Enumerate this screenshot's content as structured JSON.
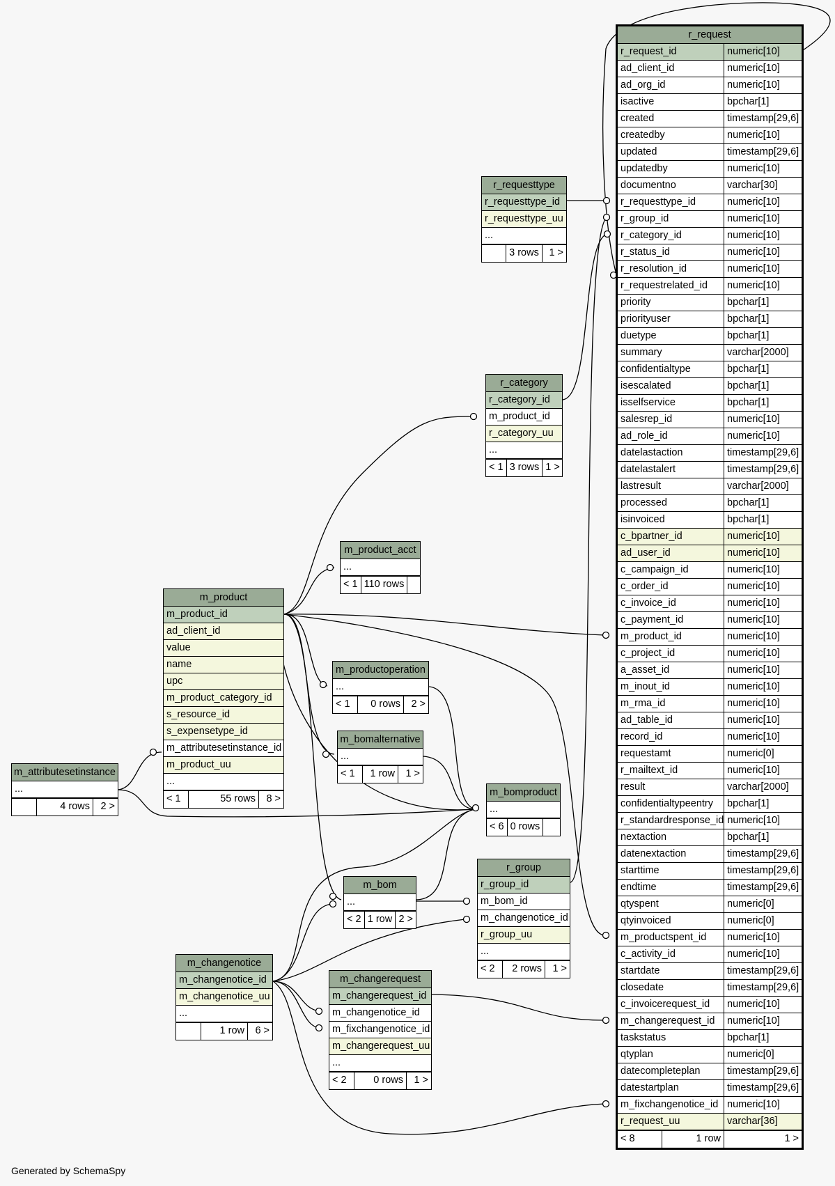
{
  "footer": {
    "generated_by": "Generated by SchemaSpy"
  },
  "tables": {
    "r_request": {
      "title": "r_request",
      "columns": [
        {
          "name": "r_request_id",
          "type": "numeric[10]",
          "kind": "pk"
        },
        {
          "name": "ad_client_id",
          "type": "numeric[10]",
          "kind": "plain"
        },
        {
          "name": "ad_org_id",
          "type": "numeric[10]",
          "kind": "plain"
        },
        {
          "name": "isactive",
          "type": "bpchar[1]",
          "kind": "plain"
        },
        {
          "name": "created",
          "type": "timestamp[29,6]",
          "kind": "plain"
        },
        {
          "name": "createdby",
          "type": "numeric[10]",
          "kind": "plain"
        },
        {
          "name": "updated",
          "type": "timestamp[29,6]",
          "kind": "plain"
        },
        {
          "name": "updatedby",
          "type": "numeric[10]",
          "kind": "plain"
        },
        {
          "name": "documentno",
          "type": "varchar[30]",
          "kind": "plain"
        },
        {
          "name": "r_requesttype_id",
          "type": "numeric[10]",
          "kind": "plain"
        },
        {
          "name": "r_group_id",
          "type": "numeric[10]",
          "kind": "plain"
        },
        {
          "name": "r_category_id",
          "type": "numeric[10]",
          "kind": "plain"
        },
        {
          "name": "r_status_id",
          "type": "numeric[10]",
          "kind": "plain"
        },
        {
          "name": "r_resolution_id",
          "type": "numeric[10]",
          "kind": "plain"
        },
        {
          "name": "r_requestrelated_id",
          "type": "numeric[10]",
          "kind": "plain"
        },
        {
          "name": "priority",
          "type": "bpchar[1]",
          "kind": "plain"
        },
        {
          "name": "priorityuser",
          "type": "bpchar[1]",
          "kind": "plain"
        },
        {
          "name": "duetype",
          "type": "bpchar[1]",
          "kind": "plain"
        },
        {
          "name": "summary",
          "type": "varchar[2000]",
          "kind": "plain"
        },
        {
          "name": "confidentialtype",
          "type": "bpchar[1]",
          "kind": "plain"
        },
        {
          "name": "isescalated",
          "type": "bpchar[1]",
          "kind": "plain"
        },
        {
          "name": "isselfservice",
          "type": "bpchar[1]",
          "kind": "plain"
        },
        {
          "name": "salesrep_id",
          "type": "numeric[10]",
          "kind": "plain"
        },
        {
          "name": "ad_role_id",
          "type": "numeric[10]",
          "kind": "plain"
        },
        {
          "name": "datelastaction",
          "type": "timestamp[29,6]",
          "kind": "plain"
        },
        {
          "name": "datelastalert",
          "type": "timestamp[29,6]",
          "kind": "plain"
        },
        {
          "name": "lastresult",
          "type": "varchar[2000]",
          "kind": "plain"
        },
        {
          "name": "processed",
          "type": "bpchar[1]",
          "kind": "plain"
        },
        {
          "name": "isinvoiced",
          "type": "bpchar[1]",
          "kind": "plain"
        },
        {
          "name": "c_bpartner_id",
          "type": "numeric[10]",
          "kind": "idx"
        },
        {
          "name": "ad_user_id",
          "type": "numeric[10]",
          "kind": "idx"
        },
        {
          "name": "c_campaign_id",
          "type": "numeric[10]",
          "kind": "plain"
        },
        {
          "name": "c_order_id",
          "type": "numeric[10]",
          "kind": "plain"
        },
        {
          "name": "c_invoice_id",
          "type": "numeric[10]",
          "kind": "plain"
        },
        {
          "name": "c_payment_id",
          "type": "numeric[10]",
          "kind": "plain"
        },
        {
          "name": "m_product_id",
          "type": "numeric[10]",
          "kind": "plain"
        },
        {
          "name": "c_project_id",
          "type": "numeric[10]",
          "kind": "plain"
        },
        {
          "name": "a_asset_id",
          "type": "numeric[10]",
          "kind": "plain"
        },
        {
          "name": "m_inout_id",
          "type": "numeric[10]",
          "kind": "plain"
        },
        {
          "name": "m_rma_id",
          "type": "numeric[10]",
          "kind": "plain"
        },
        {
          "name": "ad_table_id",
          "type": "numeric[10]",
          "kind": "plain"
        },
        {
          "name": "record_id",
          "type": "numeric[10]",
          "kind": "plain"
        },
        {
          "name": "requestamt",
          "type": "numeric[0]",
          "kind": "plain"
        },
        {
          "name": "r_mailtext_id",
          "type": "numeric[10]",
          "kind": "plain"
        },
        {
          "name": "result",
          "type": "varchar[2000]",
          "kind": "plain"
        },
        {
          "name": "confidentialtypeentry",
          "type": "bpchar[1]",
          "kind": "plain"
        },
        {
          "name": "r_standardresponse_id",
          "type": "numeric[10]",
          "kind": "plain"
        },
        {
          "name": "nextaction",
          "type": "bpchar[1]",
          "kind": "plain"
        },
        {
          "name": "datenextaction",
          "type": "timestamp[29,6]",
          "kind": "plain"
        },
        {
          "name": "starttime",
          "type": "timestamp[29,6]",
          "kind": "plain"
        },
        {
          "name": "endtime",
          "type": "timestamp[29,6]",
          "kind": "plain"
        },
        {
          "name": "qtyspent",
          "type": "numeric[0]",
          "kind": "plain"
        },
        {
          "name": "qtyinvoiced",
          "type": "numeric[0]",
          "kind": "plain"
        },
        {
          "name": "m_productspent_id",
          "type": "numeric[10]",
          "kind": "plain"
        },
        {
          "name": "c_activity_id",
          "type": "numeric[10]",
          "kind": "plain"
        },
        {
          "name": "startdate",
          "type": "timestamp[29,6]",
          "kind": "plain"
        },
        {
          "name": "closedate",
          "type": "timestamp[29,6]",
          "kind": "plain"
        },
        {
          "name": "c_invoicerequest_id",
          "type": "numeric[10]",
          "kind": "plain"
        },
        {
          "name": "m_changerequest_id",
          "type": "numeric[10]",
          "kind": "plain"
        },
        {
          "name": "taskstatus",
          "type": "bpchar[1]",
          "kind": "plain"
        },
        {
          "name": "qtyplan",
          "type": "numeric[0]",
          "kind": "plain"
        },
        {
          "name": "datecompleteplan",
          "type": "timestamp[29,6]",
          "kind": "plain"
        },
        {
          "name": "datestartplan",
          "type": "timestamp[29,6]",
          "kind": "plain"
        },
        {
          "name": "m_fixchangenotice_id",
          "type": "numeric[10]",
          "kind": "plain"
        },
        {
          "name": "r_request_uu",
          "type": "varchar[36]",
          "kind": "idx"
        }
      ],
      "footer": {
        "parents": "< 8",
        "rows": "1 row",
        "children": "1 >"
      }
    },
    "r_requesttype": {
      "title": "r_requesttype",
      "columns": [
        {
          "name": "r_requesttype_id",
          "kind": "pk"
        },
        {
          "name": "r_requesttype_uu",
          "kind": "idx"
        },
        {
          "name": "...",
          "kind": "plain"
        }
      ],
      "footer": {
        "parents": "",
        "rows": "3 rows",
        "children": "1 >"
      }
    },
    "r_category": {
      "title": "r_category",
      "columns": [
        {
          "name": "r_category_id",
          "kind": "pk"
        },
        {
          "name": "m_product_id",
          "kind": "plain"
        },
        {
          "name": "r_category_uu",
          "kind": "idx"
        },
        {
          "name": "...",
          "kind": "plain"
        }
      ],
      "footer": {
        "parents": "< 1",
        "rows": "3 rows",
        "children": "1 >"
      }
    },
    "m_product_acct": {
      "title": "m_product_acct",
      "columns": [
        {
          "name": "...",
          "kind": "plain"
        }
      ],
      "footer": {
        "parents": "< 1",
        "rows": "110 rows",
        "children": ""
      }
    },
    "m_product": {
      "title": "m_product",
      "columns": [
        {
          "name": "m_product_id",
          "kind": "pk"
        },
        {
          "name": "ad_client_id",
          "kind": "idx"
        },
        {
          "name": "value",
          "kind": "idx"
        },
        {
          "name": "name",
          "kind": "idx"
        },
        {
          "name": "upc",
          "kind": "idx"
        },
        {
          "name": "m_product_category_id",
          "kind": "idx"
        },
        {
          "name": "s_resource_id",
          "kind": "idx"
        },
        {
          "name": "s_expensetype_id",
          "kind": "idx"
        },
        {
          "name": "m_attributesetinstance_id",
          "kind": "plain"
        },
        {
          "name": "m_product_uu",
          "kind": "idx"
        },
        {
          "name": "...",
          "kind": "plain"
        }
      ],
      "footer": {
        "parents": "< 1",
        "rows": "55 rows",
        "children": "8 >"
      }
    },
    "m_productoperation": {
      "title": "m_productoperation",
      "columns": [
        {
          "name": "...",
          "kind": "plain"
        }
      ],
      "footer": {
        "parents": "< 1",
        "rows": "0 rows",
        "children": "2 >"
      }
    },
    "m_bomalternative": {
      "title": "m_bomalternative",
      "columns": [
        {
          "name": "...",
          "kind": "plain"
        }
      ],
      "footer": {
        "parents": "< 1",
        "rows": "1 row",
        "children": "1 >"
      }
    },
    "m_attributesetinstance": {
      "title": "m_attributesetinstance",
      "columns": [
        {
          "name": "...",
          "kind": "plain"
        }
      ],
      "footer": {
        "parents": "",
        "rows": "4 rows",
        "children": "2 >"
      }
    },
    "m_bomproduct": {
      "title": "m_bomproduct",
      "columns": [
        {
          "name": "...",
          "kind": "plain"
        }
      ],
      "footer": {
        "parents": "< 6",
        "rows": "0 rows",
        "children": ""
      }
    },
    "r_group": {
      "title": "r_group",
      "columns": [
        {
          "name": "r_group_id",
          "kind": "pk"
        },
        {
          "name": "m_bom_id",
          "kind": "plain"
        },
        {
          "name": "m_changenotice_id",
          "kind": "plain"
        },
        {
          "name": "r_group_uu",
          "kind": "idx"
        },
        {
          "name": "...",
          "kind": "plain"
        }
      ],
      "footer": {
        "parents": "< 2",
        "rows": "2 rows",
        "children": "1 >"
      }
    },
    "m_bom": {
      "title": "m_bom",
      "columns": [
        {
          "name": "...",
          "kind": "plain"
        }
      ],
      "footer": {
        "parents": "< 2",
        "rows": "1 row",
        "children": "2 >"
      }
    },
    "m_changenotice": {
      "title": "m_changenotice",
      "columns": [
        {
          "name": "m_changenotice_id",
          "kind": "pk"
        },
        {
          "name": "m_changenotice_uu",
          "kind": "idx"
        },
        {
          "name": "...",
          "kind": "plain"
        }
      ],
      "footer": {
        "parents": "",
        "rows": "1 row",
        "children": "6 >"
      }
    },
    "m_changerequest": {
      "title": "m_changerequest",
      "columns": [
        {
          "name": "m_changerequest_id",
          "kind": "pk"
        },
        {
          "name": "m_changenotice_id",
          "kind": "plain"
        },
        {
          "name": "m_fixchangenotice_id",
          "kind": "plain"
        },
        {
          "name": "m_changerequest_uu",
          "kind": "idx"
        },
        {
          "name": "...",
          "kind": "plain"
        }
      ],
      "footer": {
        "parents": "< 2",
        "rows": "0 rows",
        "children": "1 >"
      }
    }
  }
}
